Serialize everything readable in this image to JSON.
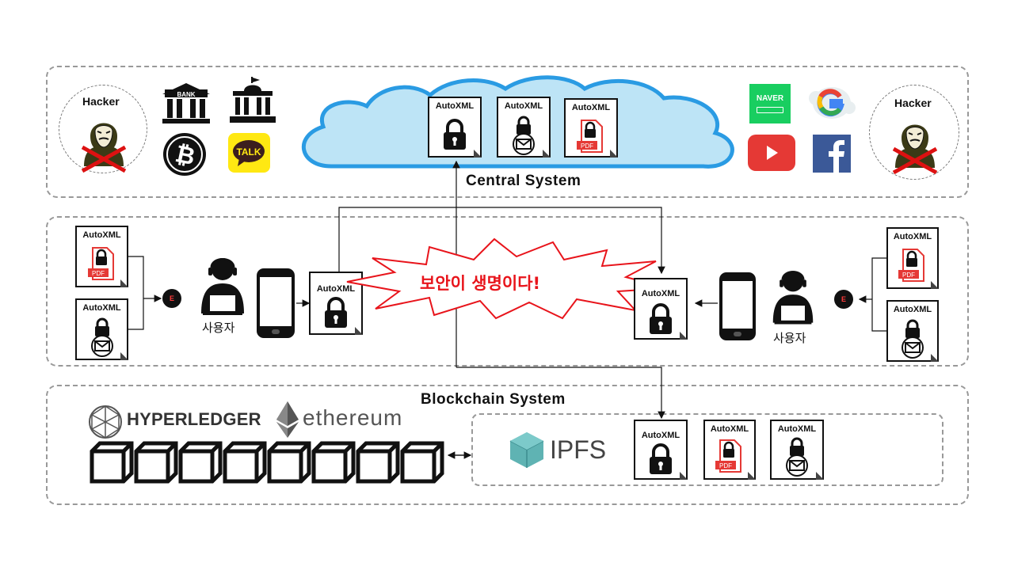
{
  "central": {
    "title": "Central System",
    "docs": [
      "AutoXML",
      "AutoXML",
      "AutoXML"
    ],
    "icons": [
      "bank-icon",
      "government-building-icon",
      "bitcoin-icon",
      "kakaotalk-icon",
      "naver-icon",
      "google-icon",
      "youtube-icon",
      "facebook-icon"
    ],
    "talk_label": "TALK",
    "naver_label": "NAVER",
    "bank_label": "BANK",
    "pdf_label": "PDF"
  },
  "hackers": {
    "left": "Hacker",
    "right": "Hacker"
  },
  "users": {
    "left_label": "사용자",
    "right_label": "사용자",
    "e_key": "E",
    "docs_left": [
      "AutoXML",
      "AutoXML"
    ],
    "docs_right": [
      "AutoXML",
      "AutoXML"
    ],
    "tx_left": "AutoXML",
    "tx_right": "AutoXML",
    "pdf_label": "PDF"
  },
  "banner": {
    "text": "보안이 생명이다!",
    "color": "#e8141b"
  },
  "blockchain": {
    "title": "Blockchain System",
    "hyperledger": "HYPERLEDGER",
    "ethereum": "ethereum",
    "ipfs": "IPFS",
    "docs": [
      "AutoXML",
      "AutoXML",
      "AutoXML"
    ],
    "pdf_label": "PDF"
  },
  "colors": {
    "cloud_fill": "#bde4f6",
    "cloud_stroke": "#2a9be3",
    "naver": "#19ce60",
    "youtube": "#e53935",
    "facebook": "#3b5998",
    "kakao": "#ffe812",
    "ipfs": "#5fb3b3"
  }
}
